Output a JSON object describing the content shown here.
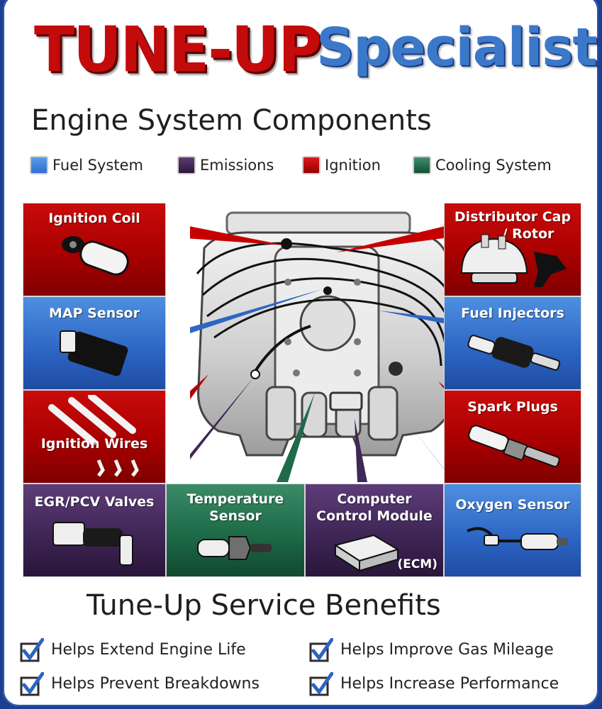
{
  "brand": {
    "part1": "TUNE-UP",
    "part2": "Specialist"
  },
  "title": "Engine System Components",
  "legend": [
    {
      "label": "Fuel System",
      "color": "#2f6fd1"
    },
    {
      "label": "Emissions",
      "color": "#3b2356"
    },
    {
      "label": "Ignition",
      "color": "#b00000"
    },
    {
      "label": "Cooling System",
      "color": "#1f6a4a"
    }
  ],
  "components": [
    {
      "id": "ignition-coil",
      "label": "Ignition Coil",
      "system": "Ignition",
      "icon": "ignition-coil-icon"
    },
    {
      "id": "map-sensor",
      "label": "MAP Sensor",
      "system": "Fuel System",
      "icon": "map-sensor-icon"
    },
    {
      "id": "ignition-wires",
      "label": "Ignition Wires",
      "system": "Ignition",
      "icon": "ignition-wires-icon"
    },
    {
      "id": "egr-pcv-valves",
      "label": "EGR/PCV Valves",
      "system": "Emissions",
      "icon": "egr-pcv-valve-icon"
    },
    {
      "id": "temperature-sensor",
      "label_line1": "Temperature",
      "label_line2": "Sensor",
      "system": "Cooling System",
      "icon": "temperature-sensor-icon"
    },
    {
      "id": "computer-control-module",
      "label_line1": "Computer",
      "label_line2": "Control Module",
      "label_extra": "(ECM)",
      "system": "Emissions",
      "icon": "ecm-icon"
    },
    {
      "id": "oxygen-sensor",
      "label": "Oxygen Sensor",
      "system": "Fuel System",
      "icon": "oxygen-sensor-icon"
    },
    {
      "id": "spark-plugs",
      "label": "Spark Plugs",
      "system": "Ignition",
      "icon": "spark-plug-icon"
    },
    {
      "id": "fuel-injectors",
      "label": "Fuel Injectors",
      "system": "Fuel System",
      "icon": "fuel-injector-icon"
    },
    {
      "id": "distributor-cap-rotor",
      "label_line1": "Distributor Cap",
      "label_line2": "/ Rotor",
      "system": "Ignition",
      "icon": "distributor-cap-icon"
    }
  ],
  "benefits_title": "Tune-Up Service Benefits",
  "benefits": [
    "Helps Extend Engine Life",
    "Helps Improve Gas Mileage",
    "Helps Prevent Breakdowns",
    "Helps Increase Performance"
  ]
}
